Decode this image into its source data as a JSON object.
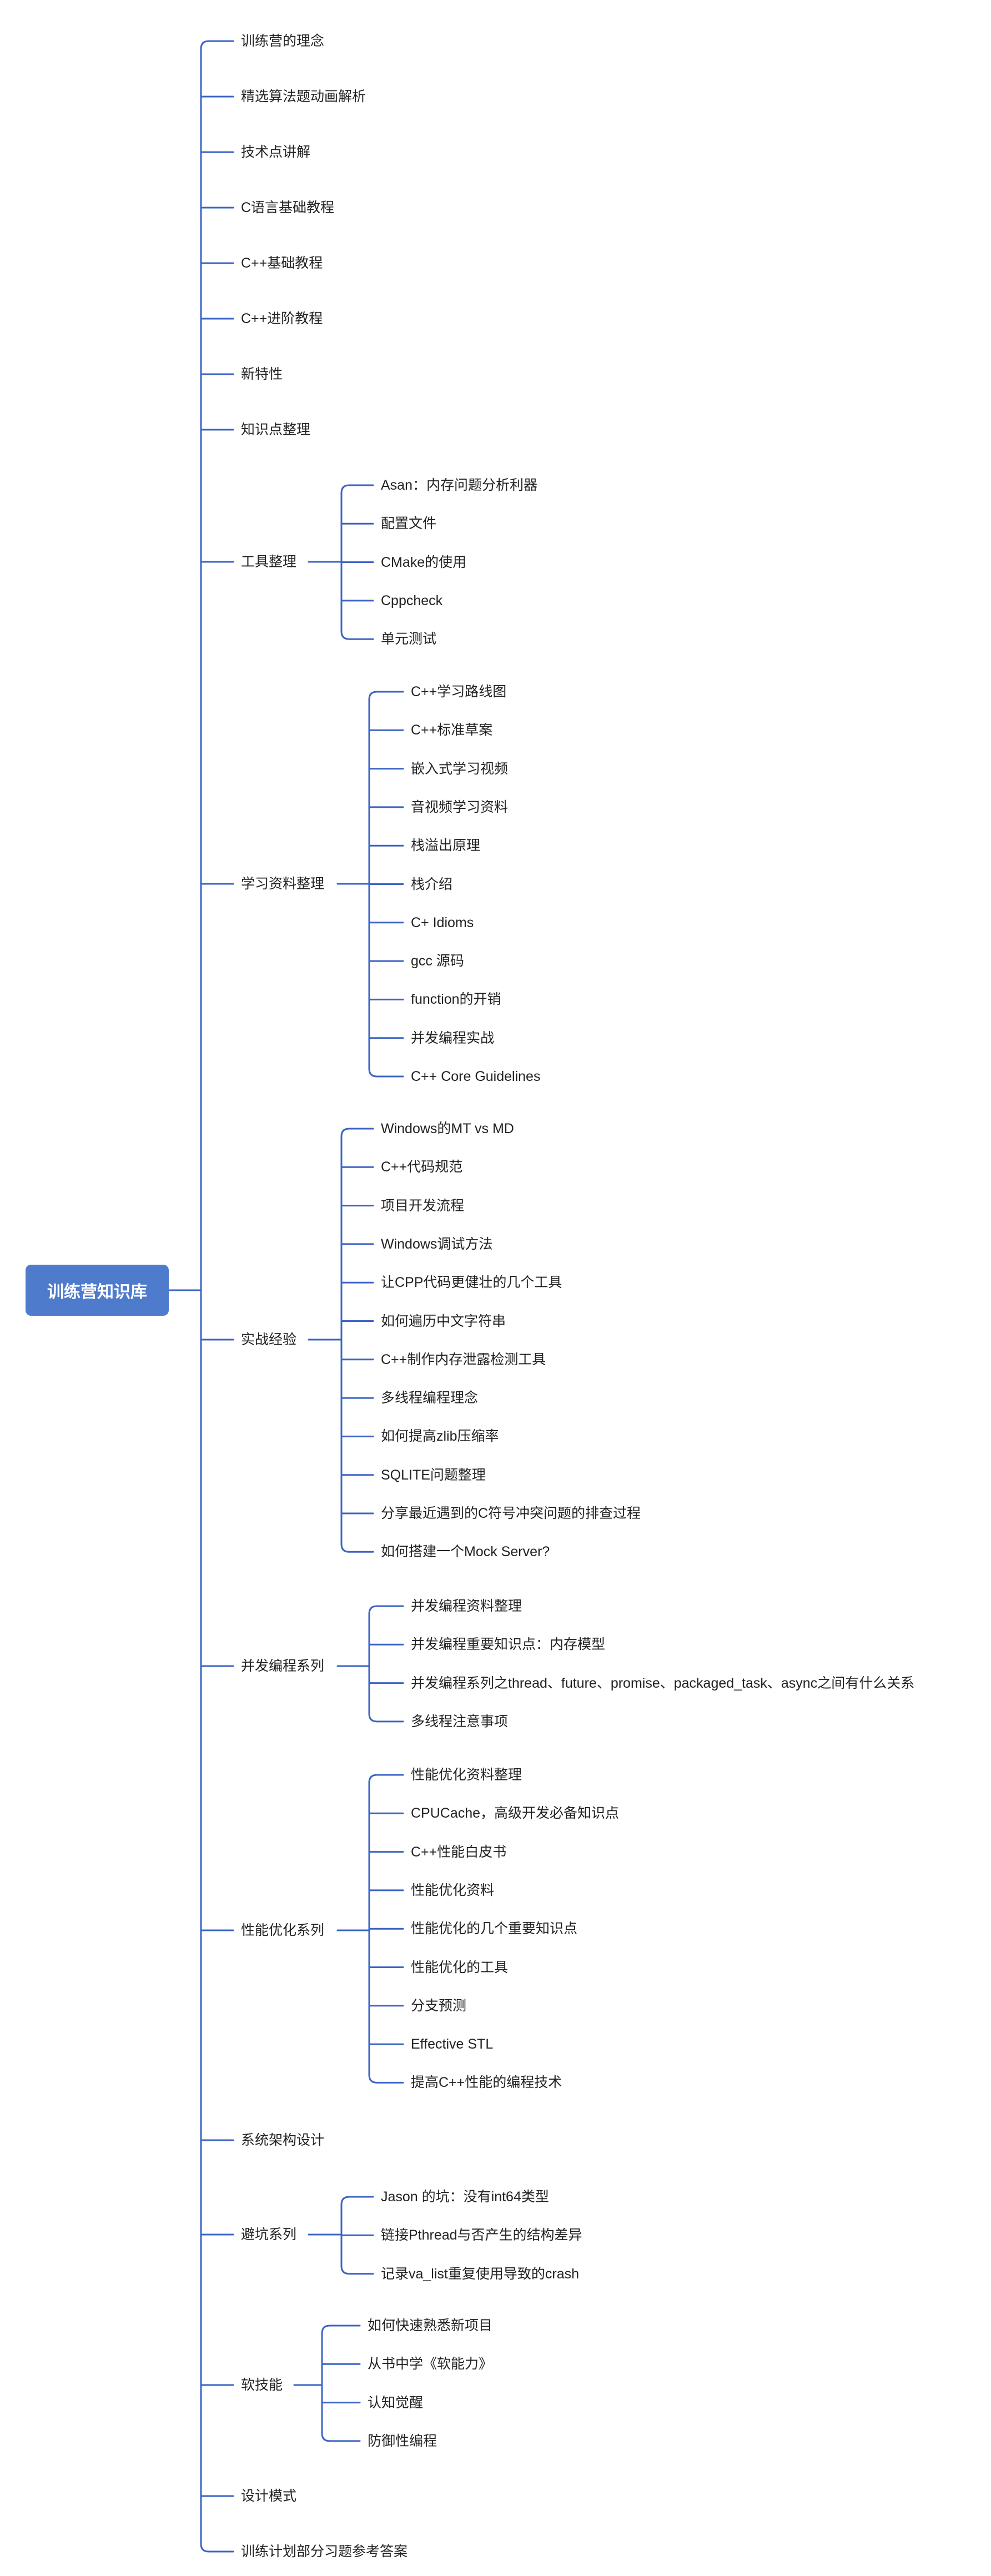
{
  "root": {
    "label": "训练营知识库"
  },
  "colors": {
    "line": "#3b64c4",
    "root_fill": "#4f7bcd",
    "root_text": "#ffffff",
    "text": "#222222",
    "background": "#ffffff"
  },
  "branches": [
    {
      "label": "训练营的理念",
      "children": []
    },
    {
      "label": "精选算法题动画解析",
      "children": []
    },
    {
      "label": "技术点讲解",
      "children": []
    },
    {
      "label": "C语言基础教程",
      "children": []
    },
    {
      "label": "C++基础教程",
      "children": []
    },
    {
      "label": "C++进阶教程",
      "children": []
    },
    {
      "label": "新特性",
      "children": []
    },
    {
      "label": "知识点整理",
      "children": []
    },
    {
      "label": "工具整理",
      "children": [
        "Asan：内存问题分析利器",
        "配置文件",
        "CMake的使用",
        "Cppcheck",
        "单元测试"
      ]
    },
    {
      "label": "学习资料整理",
      "children": [
        "C++学习路线图",
        "C++标准草案",
        "嵌入式学习视频",
        "音视频学习资料",
        "栈溢出原理",
        "栈介绍",
        "C+ Idioms",
        "gcc 源码",
        "function的开销",
        "并发编程实战",
        "C++ Core Guidelines"
      ]
    },
    {
      "label": "实战经验",
      "children": [
        "Windows的MT vs MD",
        "C++代码规范",
        "项目开发流程",
        "Windows调试方法",
        "让CPP代码更健壮的几个工具",
        "如何遍历中文字符串",
        "C++制作内存泄露检测工具",
        "多线程编程理念",
        "如何提高zlib压缩率",
        "SQLITE问题整理",
        "分享最近遇到的C符号冲突问题的排查过程",
        "如何搭建一个Mock Server?"
      ]
    },
    {
      "label": "并发编程系列",
      "children": [
        "并发编程资料整理",
        "并发编程重要知识点：内存模型",
        "并发编程系列之thread、future、promise、packaged_task、async之间有什么关系",
        "多线程注意事项"
      ]
    },
    {
      "label": "性能优化系列",
      "children": [
        "性能优化资料整理",
        "CPUCache，高级开发必备知识点",
        "C++性能白皮书",
        "性能优化资料",
        "性能优化的几个重要知识点",
        "性能优化的工具",
        "分支预测",
        "Effective STL",
        "提高C++性能的编程技术"
      ]
    },
    {
      "label": "系统架构设计",
      "children": []
    },
    {
      "label": "避坑系列",
      "children": [
        "Jason 的坑：没有int64类型",
        "链接Pthread与否产生的结构差异",
        "记录va_list重复使用导致的crash"
      ]
    },
    {
      "label": "软技能",
      "children": [
        "如何快速熟悉新项目",
        "从书中学《软能力》",
        "认知觉醒",
        "防御性编程"
      ]
    },
    {
      "label": "设计模式",
      "children": []
    },
    {
      "label": "训练计划部分习题参考答案",
      "children": []
    }
  ]
}
